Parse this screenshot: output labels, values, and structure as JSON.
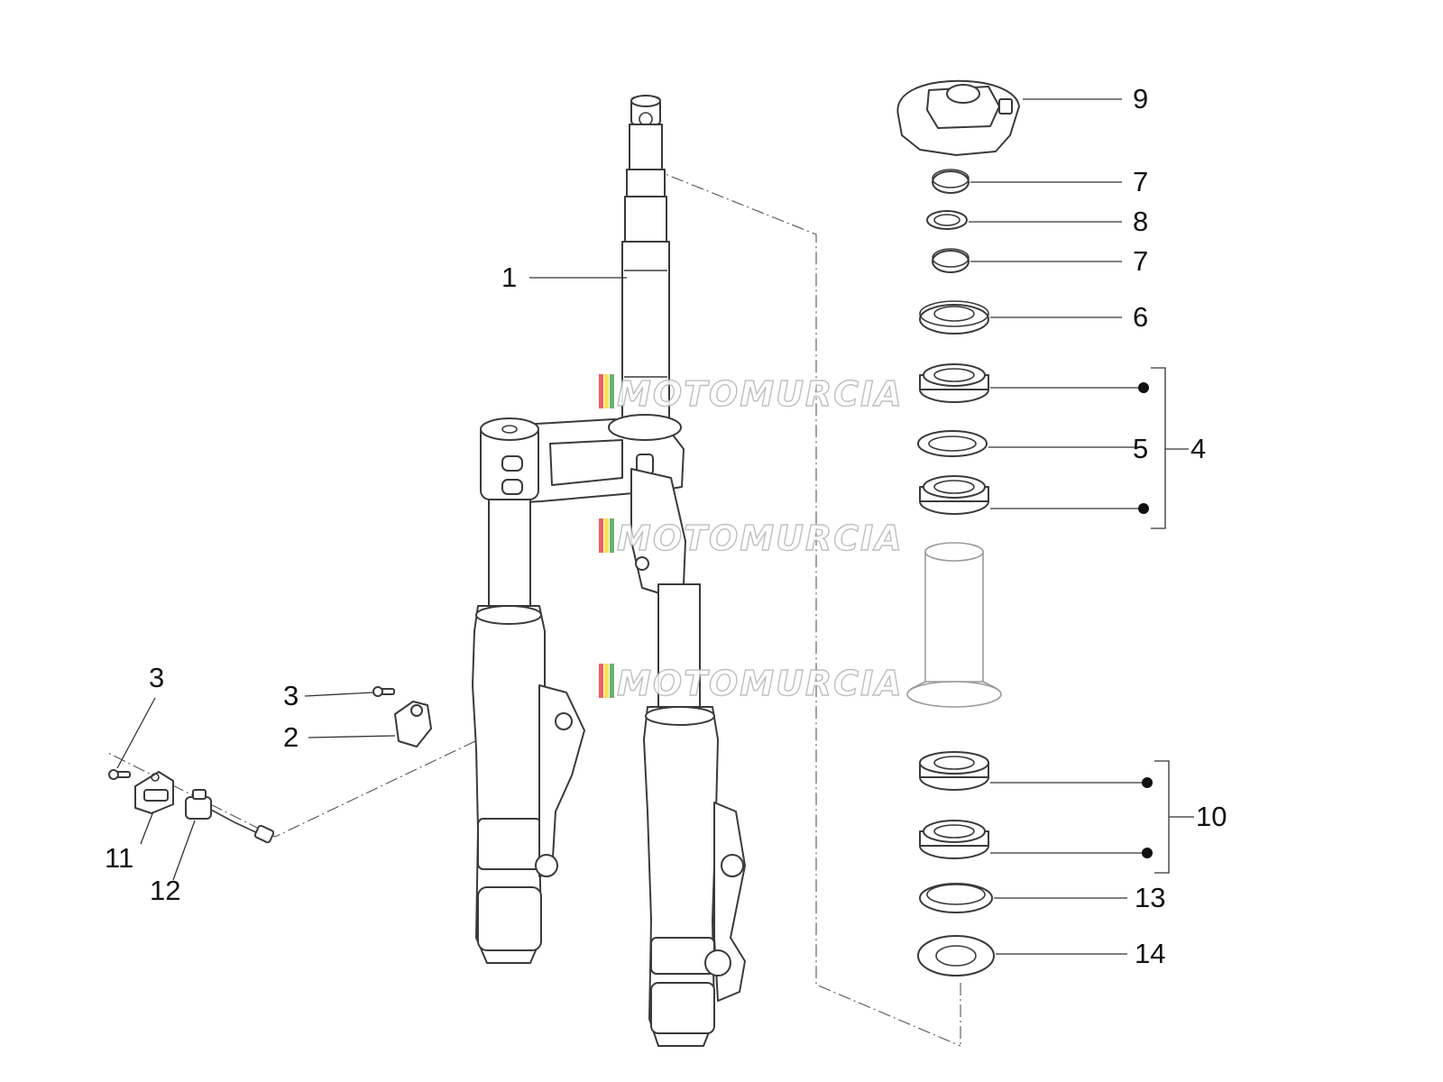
{
  "diagram": {
    "callouts": [
      {
        "id": "c1",
        "label": "1"
      },
      {
        "id": "c2",
        "label": "2"
      },
      {
        "id": "c3a",
        "label": "3"
      },
      {
        "id": "c3b",
        "label": "3"
      },
      {
        "id": "c4",
        "label": "4"
      },
      {
        "id": "c5",
        "label": "5"
      },
      {
        "id": "c6",
        "label": "6"
      },
      {
        "id": "c7a",
        "label": "7"
      },
      {
        "id": "c7b",
        "label": "7"
      },
      {
        "id": "c8",
        "label": "8"
      },
      {
        "id": "c9",
        "label": "9"
      },
      {
        "id": "c10",
        "label": "10"
      },
      {
        "id": "c11",
        "label": "11"
      },
      {
        "id": "c12",
        "label": "12"
      },
      {
        "id": "c13",
        "label": "13"
      },
      {
        "id": "c14",
        "label": "14"
      }
    ],
    "watermark": {
      "text": "MOTOMURCIA",
      "stripe_colors": [
        "#e53935",
        "#fdd835",
        "#43a047"
      ]
    },
    "colors": {
      "line": "#3a3a3a",
      "ghost_part": "#9a9a9a",
      "background": "#ffffff"
    }
  }
}
